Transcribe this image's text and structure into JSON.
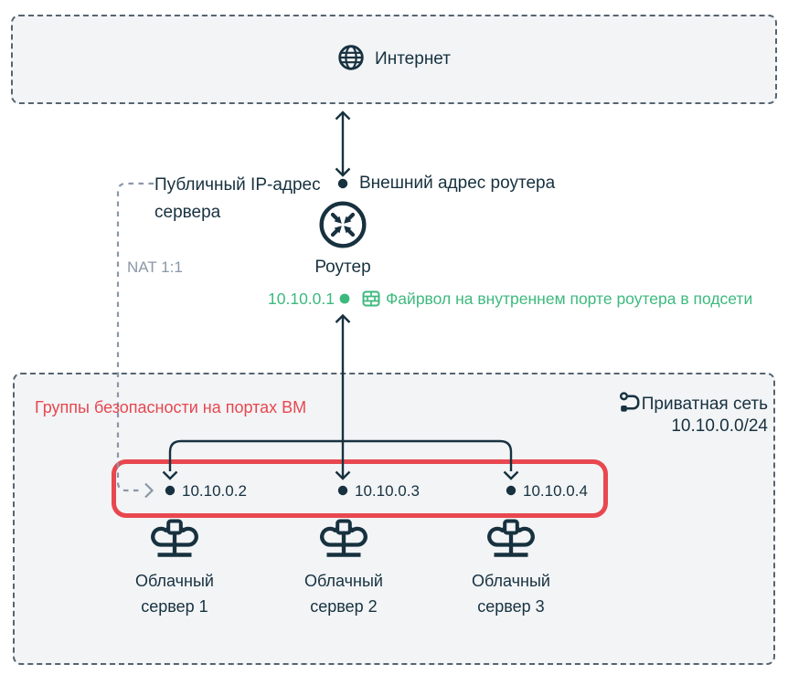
{
  "colors": {
    "dark": "#17313F",
    "green": "#3DB97E",
    "red": "#E8474F",
    "gray": "#8A97A6",
    "boxbg": "#F2F4F6",
    "dash": "#566470"
  },
  "internet": {
    "label": "Интернет",
    "icon": "globe-icon"
  },
  "labels": {
    "public_ip": "Публичный IP-адрес сервера",
    "external_address": "Внешний адрес роутера",
    "nat": "NAT 1:1"
  },
  "router": {
    "name": "Роутер",
    "icon": "router-arrows-icon"
  },
  "firewall": {
    "ip": "10.10.0.1",
    "label": "Файрвол на внутреннем порте роутера в подсети",
    "icon": "brick-wall-icon"
  },
  "private_network": {
    "label": "Приватная сеть",
    "cidr": "10.10.0.0/24",
    "icon": "subnet-route-icon",
    "security_note": "Группы безопасности на портах ВМ",
    "servers": [
      {
        "ip": "10.10.0.2",
        "name": "Облачный сервер 1",
        "icon": "cloud-server-icon"
      },
      {
        "ip": "10.10.0.3",
        "name": "Облачный сервер 2",
        "icon": "cloud-server-icon"
      },
      {
        "ip": "10.10.0.4",
        "name": "Облачный сервер 3",
        "icon": "cloud-server-icon"
      }
    ]
  }
}
